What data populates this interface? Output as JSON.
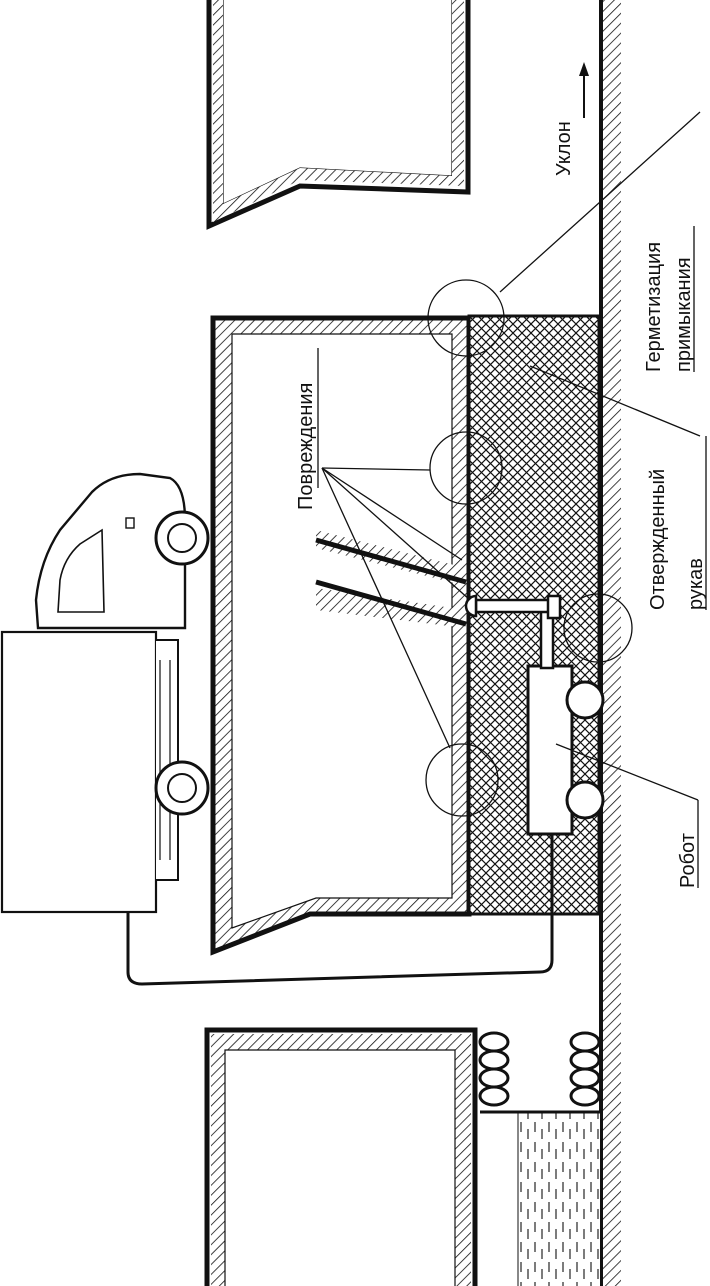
{
  "labels": {
    "slope": "Уклон",
    "sealing_line1": "Герметизация",
    "sealing_line2": "примыкания",
    "damage": "Повреждения",
    "cured_line1": "Отвержденный",
    "cured_line2": "рукав",
    "robot": "Робот"
  },
  "colors": {
    "ink": "#111111",
    "background": "#ffffff"
  }
}
